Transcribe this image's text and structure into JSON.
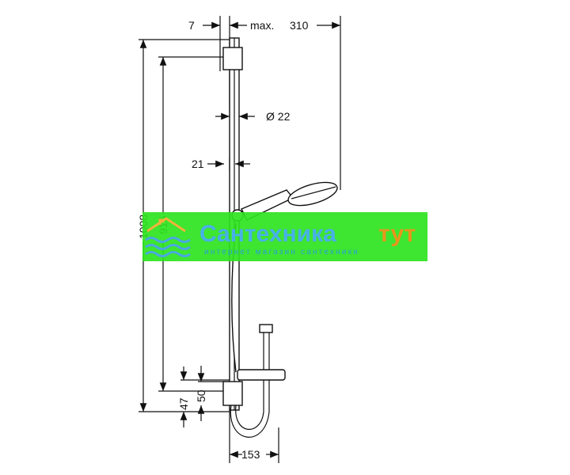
{
  "dimensions": {
    "top_offset": "7",
    "max_label": "max.",
    "max_reach": "310",
    "diameter": "Ø 22",
    "wall_gap": "21",
    "total_height": "1008",
    "rail_height": "915",
    "bottom_1": "47",
    "bottom_2": "50",
    "holder_width": "153"
  },
  "watermark": {
    "title_part1": "Сантехника",
    "title_part2": "тут",
    "subtitle": "интернет магазин сантехники",
    "colors": {
      "banner": "#2ee31f",
      "title1": "#48b0e8",
      "title2": "#e8961c",
      "subtitle": "#2a9fd6",
      "logo_orange": "#f0b43a",
      "logo_blue": "#4aa8e0"
    }
  }
}
